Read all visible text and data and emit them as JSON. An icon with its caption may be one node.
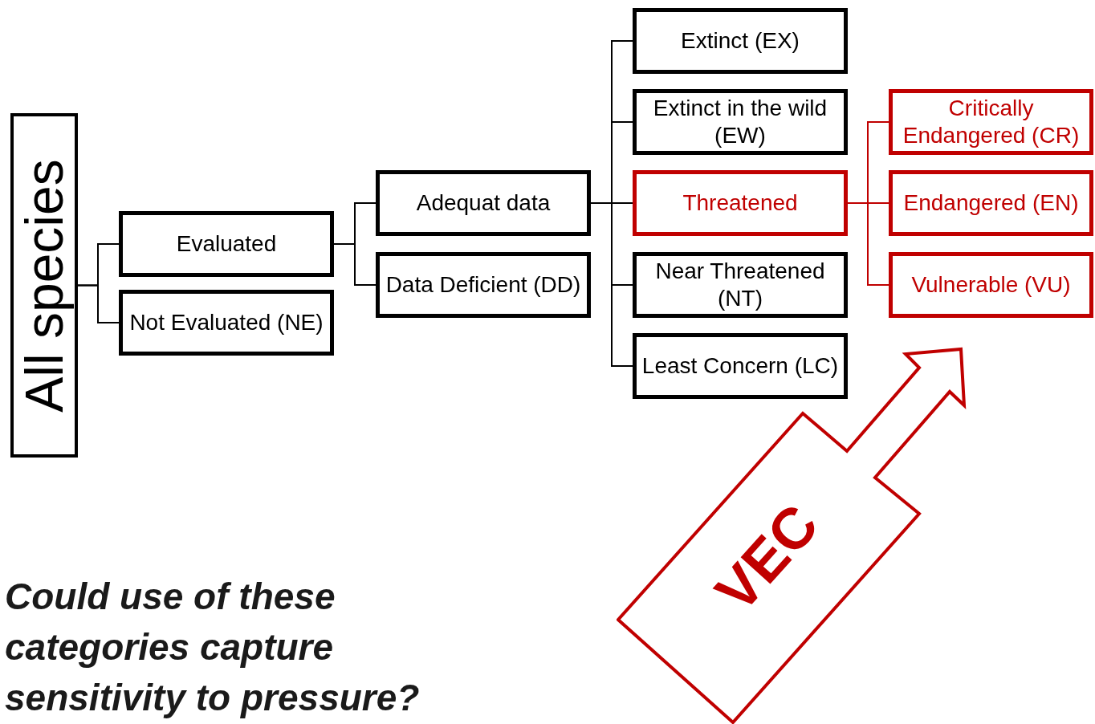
{
  "diagram": {
    "nodes": [
      {
        "text": [
          "All species"
        ]
      },
      {
        "text": [
          "Evaluated"
        ]
      },
      {
        "text": [
          "Not Evaluated (NE)"
        ]
      },
      {
        "text": [
          "Adequat data"
        ]
      },
      {
        "text": [
          "Data Deficient (DD)"
        ]
      },
      {
        "text": [
          "Extinct (EX)"
        ]
      },
      {
        "text": [
          "Extinct in the wild (EW)"
        ]
      },
      {
        "text": [
          "Threatened"
        ]
      },
      {
        "text": [
          "Near Threatened (NT)"
        ]
      },
      {
        "text": [
          "Least Concern (LC)"
        ]
      },
      {
        "text": [
          "Critically Endangered (CR)"
        ]
      },
      {
        "text": [
          "Endangered (EN)"
        ]
      },
      {
        "text": [
          "Vulnerable (VU)"
        ]
      },
      {
        "text": [
          "VEC"
        ]
      }
    ],
    "edges": [
      {
        "from": 0,
        "to": 1,
        "arrow": "none"
      },
      {
        "from": 0,
        "to": 2,
        "arrow": "none"
      },
      {
        "from": 1,
        "to": 3,
        "arrow": "none"
      },
      {
        "from": 1,
        "to": 4,
        "arrow": "none"
      },
      {
        "from": 3,
        "to": 5,
        "arrow": "none"
      },
      {
        "from": 3,
        "to": 6,
        "arrow": "none"
      },
      {
        "from": 3,
        "to": 7,
        "arrow": "none"
      },
      {
        "from": 3,
        "to": 8,
        "arrow": "none"
      },
      {
        "from": 3,
        "to": 9,
        "arrow": "none"
      },
      {
        "from": 7,
        "to": 10,
        "arrow": "none",
        "color": "#c00000"
      },
      {
        "from": 7,
        "to": 11,
        "arrow": "none",
        "color": "#c00000"
      },
      {
        "from": 7,
        "to": 12,
        "arrow": "none",
        "color": "#c00000"
      }
    ],
    "labels": [
      "Could use of these categories capture sensitivity to pressure?"
    ]
  }
}
